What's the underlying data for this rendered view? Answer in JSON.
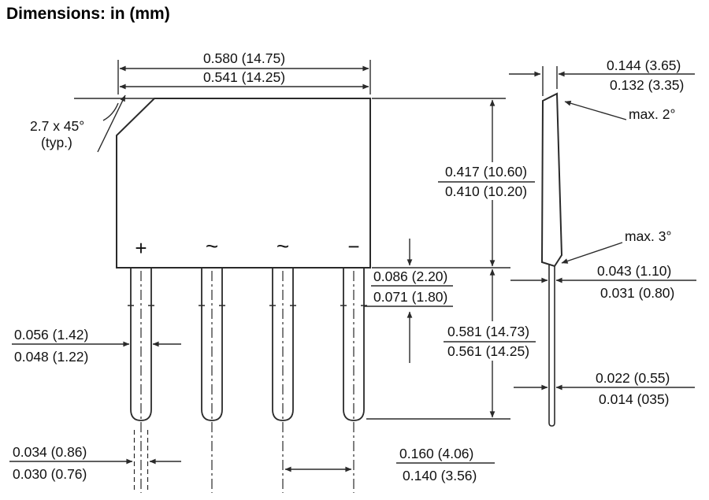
{
  "title": "Dimensions: in (mm)",
  "front_view": {
    "body_width": {
      "max": "0.580 (14.75)",
      "min": "0.541 (14.25)"
    },
    "chamfer": {
      "line1": "2.7 x 45°",
      "line2": "(typ.)"
    },
    "body_height": {
      "max": "0.417 (10.60)",
      "min": "0.410 (10.20)"
    },
    "shoulder_height": {
      "max": "0.086 (2.20)",
      "min": "0.071 (1.80)"
    },
    "lead_width": {
      "max": "0.056 (1.42)",
      "min": "0.048 (1.22)"
    },
    "lead_tip_width": {
      "max": "0.034 (0.86)",
      "min": "0.030 (0.76)"
    },
    "lead_length": {
      "max": "0.581 (14.73)",
      "min": "0.561 (14.25)"
    },
    "lead_pitch": {
      "max": "0.160 (4.06)",
      "min": "0.140 (3.56)"
    },
    "polarity": {
      "plus": "+",
      "ac1": "~",
      "ac2": "~",
      "minus": "−"
    }
  },
  "side_view": {
    "body_thickness": {
      "max": "0.144 (3.65)",
      "min": "0.132 (3.35)"
    },
    "top_angle": "max. 2°",
    "bottom_angle": "max. 3°",
    "lead_thickness": {
      "max": "0.043 (1.10)",
      "min": "0.031 (0.80)"
    },
    "lead_tip_thickness": {
      "max": "0.022 (0.55)",
      "min": "0.014 (035)"
    }
  },
  "colors": {
    "line": "#2a2a2a",
    "text": "#111111",
    "background": "#ffffff"
  }
}
